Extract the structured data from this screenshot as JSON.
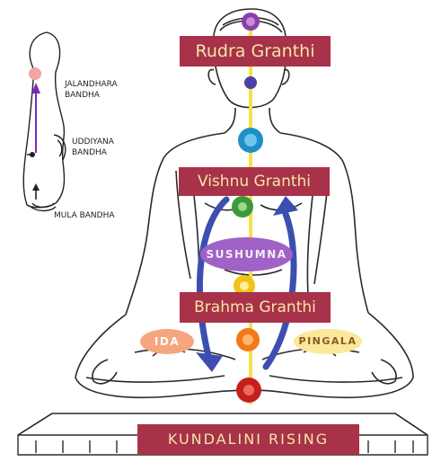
{
  "granthis": {
    "rudra": "Rudra Granthi",
    "vishnu": "Vishnu Granthi",
    "brahma": "Brahma Granthi"
  },
  "title_banner": "KUNDALINI RISING",
  "nadis": {
    "sushumna": "SUSHUMNA",
    "ida": "IDA",
    "pingala": "PINGALA"
  },
  "bandhas": {
    "jalandhara": [
      "JALANDHARA",
      "BANDHA"
    ],
    "uddiyana": [
      "UDDIYANA",
      "BANDHA"
    ],
    "mula": "MULA BANDHA"
  },
  "colors": {
    "banner": "#a8324a",
    "banner_text": "#f2e6a6",
    "sushumna_line": "#f5e04a",
    "arrows": "#3c4fb0",
    "crown_chakra": "#8a3fa8",
    "throat_chakra": "#1f8fc6",
    "heart_chakra": "#3c9a3c",
    "solar_chakra": "#f2c21a",
    "sacral_chakra": "#f07a1a",
    "root_chakra": "#c4201e"
  }
}
